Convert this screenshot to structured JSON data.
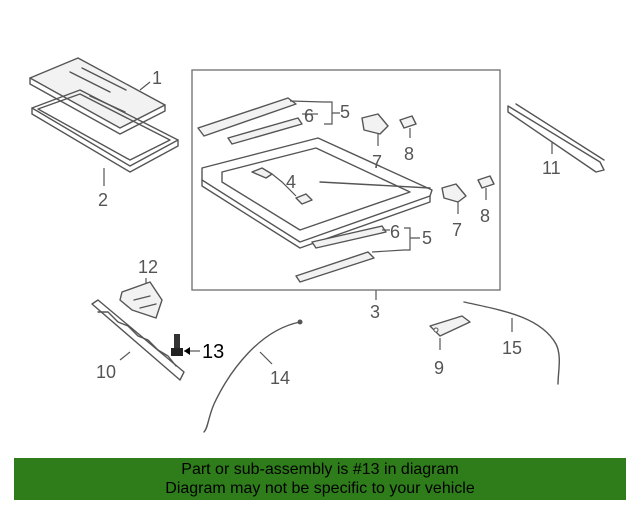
{
  "diagram": {
    "callouts": {
      "c1": "1",
      "c2": "2",
      "c3": "3",
      "c4": "4",
      "c5a": "5",
      "c5b": "5",
      "c6a": "6",
      "c6b": "6",
      "c7a": "7",
      "c7b": "7",
      "c8a": "8",
      "c8b": "8",
      "c9": "9",
      "c10": "10",
      "c11": "11",
      "c12": "12",
      "c13": "13",
      "c14": "14",
      "c15": "15"
    }
  },
  "banner": {
    "line1": "Part or sub-assembly is #13 in diagram",
    "line2": "Diagram may not be specific to your vehicle"
  },
  "colors": {
    "banner_bg": "#2e7d1a",
    "line_art": "#555555"
  }
}
